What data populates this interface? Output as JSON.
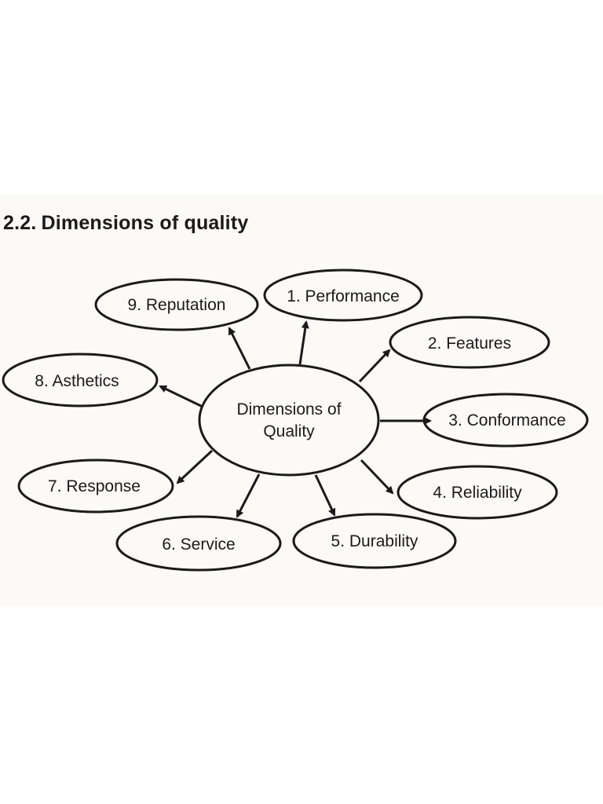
{
  "heading": {
    "number": "2.2.",
    "title": "Dimensions of quality"
  },
  "diagram": {
    "center": {
      "line1": "Dimensions of",
      "line2": "Quality"
    },
    "nodes": [
      {
        "id": "performance",
        "label": "1. Performance"
      },
      {
        "id": "features",
        "label": "2. Features"
      },
      {
        "id": "conformance",
        "label": "3. Conformance"
      },
      {
        "id": "reliability",
        "label": "4. Reliability"
      },
      {
        "id": "durability",
        "label": "5. Durability"
      },
      {
        "id": "service",
        "label": "6. Service"
      },
      {
        "id": "response",
        "label": "7. Response"
      },
      {
        "id": "asthetics",
        "label": "8. Asthetics"
      },
      {
        "id": "reputation",
        "label": "9. Reputation"
      }
    ]
  },
  "colors": {
    "ink": "#1a1a1a",
    "paper": "#fbfaf6"
  }
}
